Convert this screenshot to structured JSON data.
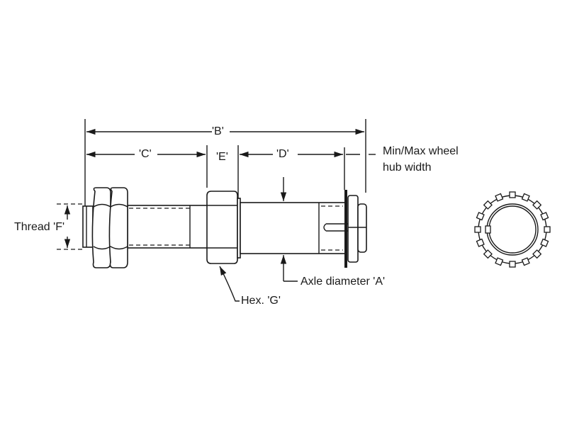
{
  "labels": {
    "b": "'B'",
    "c": "'C'",
    "e": "'E'",
    "d": "'D'",
    "hub_line1": "Min/Max wheel",
    "hub_line2": "hub width",
    "thread": "Thread 'F'",
    "axle": "Axle diameter 'A'",
    "hex": "Hex. 'G'"
  },
  "colors": {
    "ink": "#1a1a1a",
    "background": "#ffffff"
  }
}
